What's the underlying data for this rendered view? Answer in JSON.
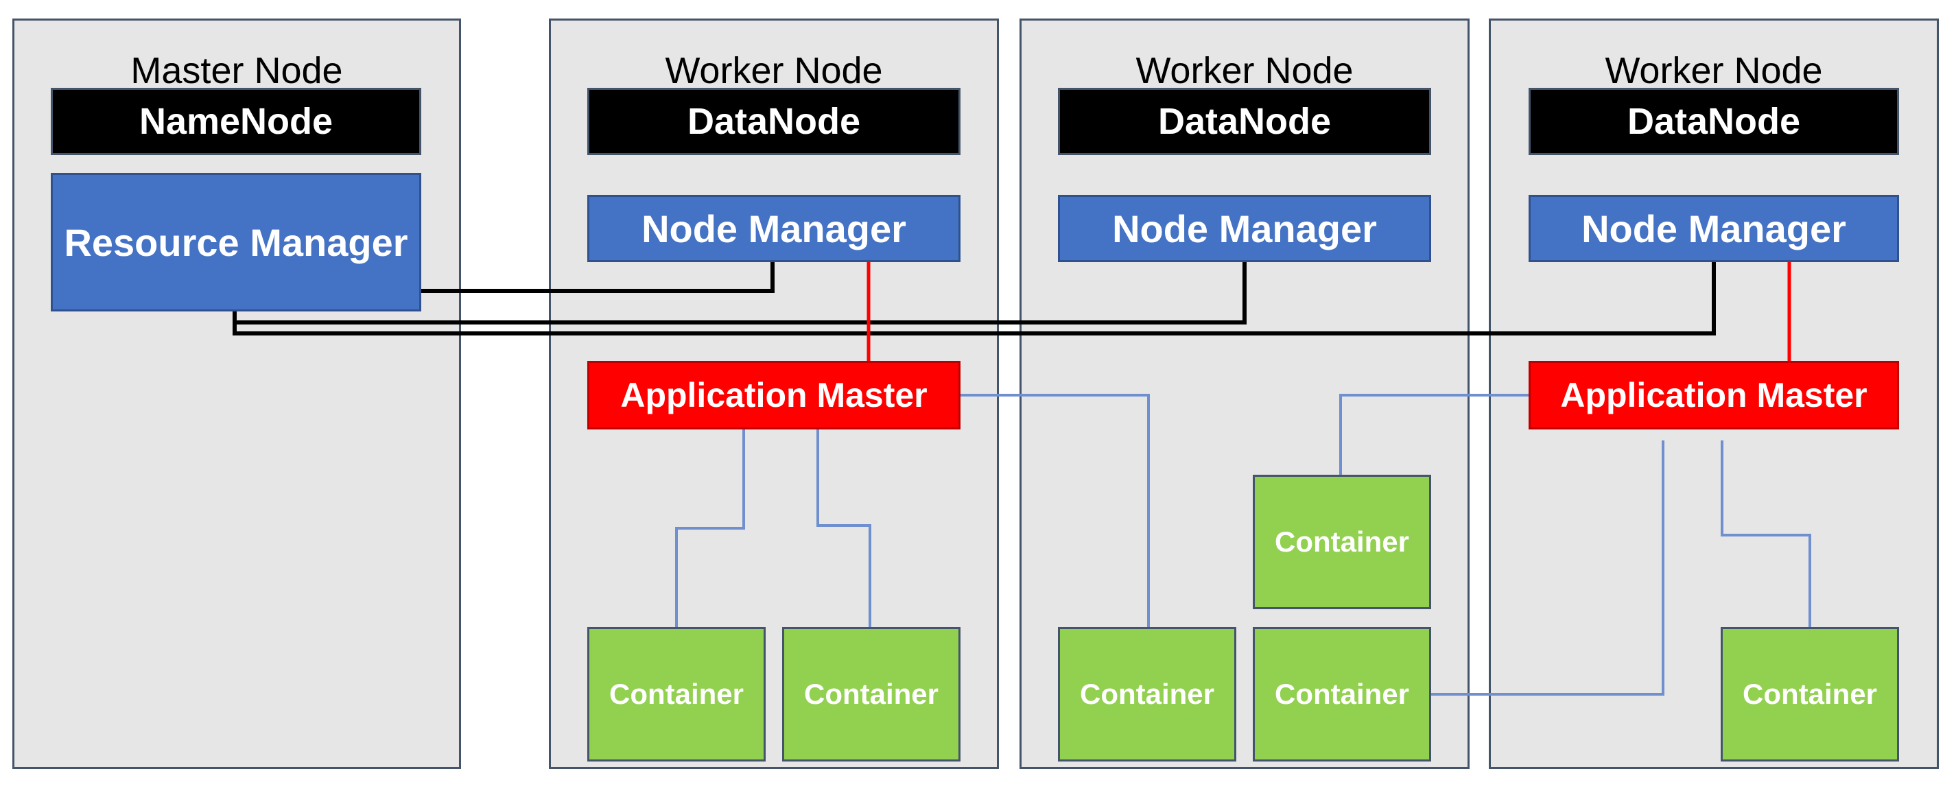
{
  "colors": {
    "panel_bg": "#e6e6e6",
    "panel_border": "#44546a",
    "black_box": "#000000",
    "blue_box": "#4472c4",
    "red_box": "#ff0000",
    "green_box": "#92d050",
    "black_link": "#000000",
    "red_link": "#ff0000",
    "blue_link": "#6f8fcf"
  },
  "master": {
    "title": "Master Node",
    "namenode": "NameNode",
    "resource_manager": "Resource Manager"
  },
  "worker1": {
    "title": "Worker Node",
    "datanode": "DataNode",
    "node_manager": "Node Manager",
    "app_master": "Application Master",
    "container_a": "Container",
    "container_b": "Container"
  },
  "worker2": {
    "title": "Worker Node",
    "datanode": "DataNode",
    "node_manager": "Node Manager",
    "container_top": "Container",
    "container_left": "Container",
    "container_right": "Container"
  },
  "worker3": {
    "title": "Worker Node",
    "datanode": "DataNode",
    "node_manager": "Node Manager",
    "app_master": "Application Master",
    "container": "Container"
  }
}
